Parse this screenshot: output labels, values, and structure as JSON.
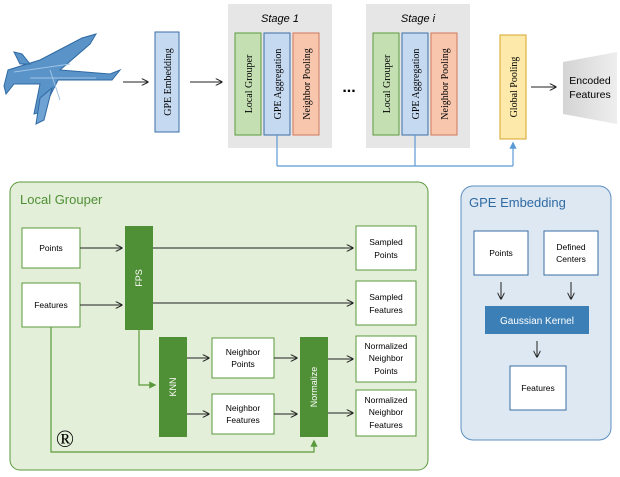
{
  "top": {
    "gpe_embedding_block": "GPE Embedding",
    "stage1": {
      "title": "Stage 1",
      "blocks": [
        "Local Grouper",
        "GPE Aggregation",
        "Neighbor Pooling"
      ]
    },
    "ellipsis": "...",
    "stagei": {
      "title": "Stage i",
      "blocks": [
        "Local Grouper",
        "GPE Aggregation",
        "Neighbor Pooling"
      ]
    },
    "global_pooling": "Global Pooling",
    "output": [
      "Encoded",
      "Features"
    ]
  },
  "local_grouper": {
    "title": "Local Grouper",
    "points": "Points",
    "features": "Features",
    "fps": "FPS",
    "knn": "KNN",
    "normalize": "Normalize",
    "neighbor_points": [
      "Neighbor",
      "Points"
    ],
    "neighbor_features": [
      "Neighbor",
      "Features"
    ],
    "sampled_points": [
      "Sampled",
      "Points"
    ],
    "sampled_features": [
      "Sampled",
      "Features"
    ],
    "normalized_neighbor_points": [
      "Normalized",
      "Neighbor",
      "Points"
    ],
    "normalized_neighbor_features": [
      "Normalized",
      "Neighbor",
      "Features"
    ],
    "registered_mark": "®"
  },
  "gpe_embedding": {
    "title": "GPE Embedding",
    "points": "Points",
    "defined_centers": [
      "Defined",
      "Centers"
    ],
    "gaussian_kernel": "Gaussian Kernel",
    "features": "Features"
  },
  "colors": {
    "blue_fill": "#c5d9f1",
    "blue_stroke": "#3a6ea5",
    "green_fill": "#c4e0b2",
    "green_stroke": "#5b9a3c",
    "orange_fill": "#f7c6ad",
    "orange_stroke": "#d0785a",
    "yellow_fill": "#fde9a9",
    "yellow_stroke": "#d6a62a",
    "stage_bg": "#e6e6e6",
    "dark_green": "#4f8f35",
    "lg_panel": "#e3efd8",
    "gpe_panel": "#dde8f3",
    "kernel": "#3c7fb6",
    "connector_blue": "#5b9bd5"
  }
}
